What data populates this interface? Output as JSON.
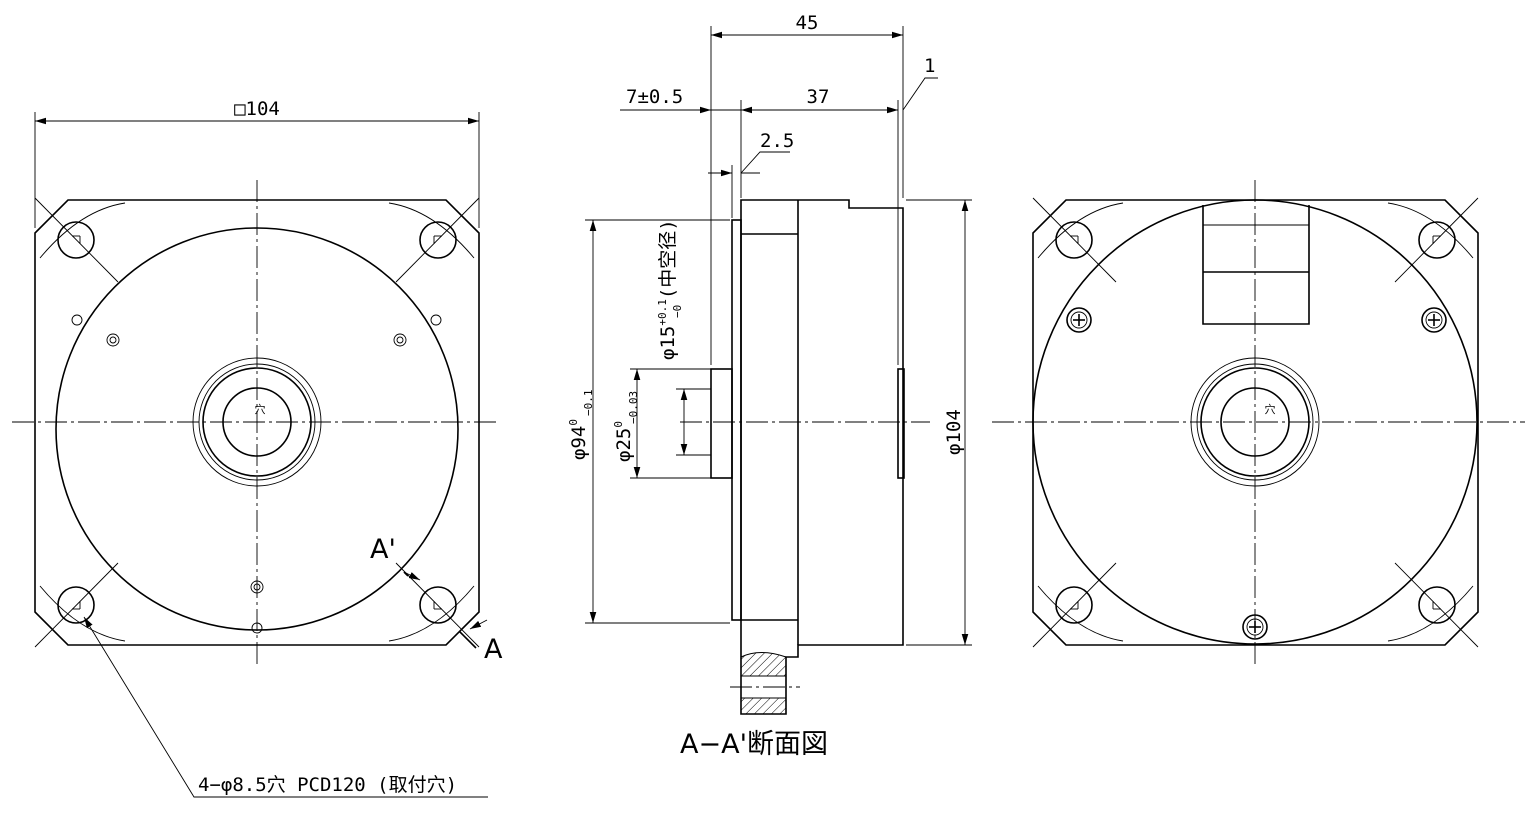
{
  "colors": {
    "line": "#000000",
    "background": "#ffffff"
  },
  "front_view": {
    "width_dim": "□104",
    "hole_mark": "穴",
    "section_start": "A'",
    "section_end": "A",
    "callout": "4−φ8.5穴 PCD120 (取付穴)"
  },
  "section_view": {
    "length_45": "45",
    "offset_7": "7±0.5",
    "length_37": "37",
    "gap_1": "1",
    "step_2_5": "2.5",
    "bore_base": "φ15",
    "bore_upper_tol": "+0.1",
    "bore_lower_tol": "−0",
    "bore_note": "(中空径)",
    "pilot_base": "φ25",
    "pilot_upper_tol": "0",
    "pilot_lower_tol": "−0.03",
    "body_base": "φ94",
    "body_upper_tol": "0",
    "body_lower_tol": "−0.1",
    "outer_dia": "φ104",
    "caption": "A−A'断面図"
  },
  "rear_view": {
    "hole_mark": "穴"
  }
}
